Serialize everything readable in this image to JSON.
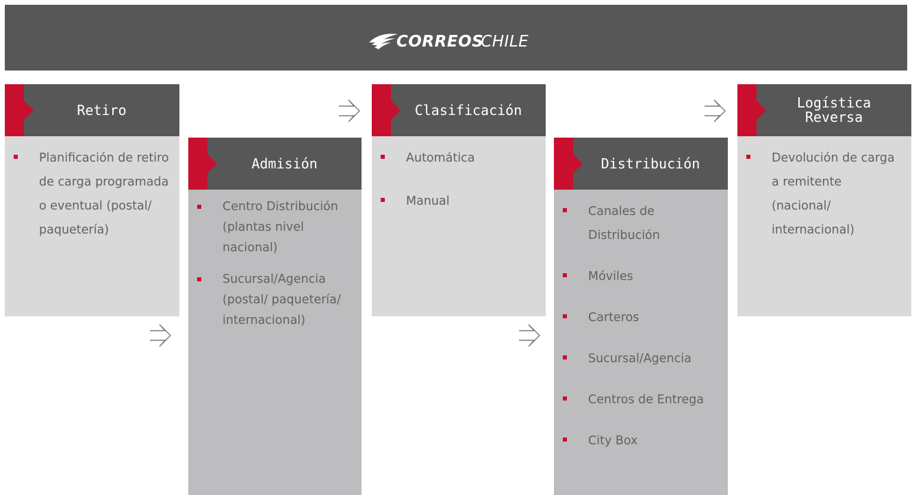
{
  "header": {
    "brand_bold": "CORREOS",
    "brand_light": "CHILE",
    "logo_icon": "bird-wing-logo-icon"
  },
  "colors": {
    "header_bg": "#575757",
    "accent": "#c8102e",
    "panel_light": "#d9d9da",
    "panel_dark": "#bdbdbf",
    "text": "#616161"
  },
  "steps": [
    {
      "title": "Retiro",
      "items": [
        "Planificación de retiro de carga programada o eventual (postal/ paquetería)"
      ]
    },
    {
      "title": "Admisión",
      "items": [
        "Centro Distribución (plantas nivel nacional)",
        "Sucursal/Agencia (postal/ paquetería/ internacional)"
      ]
    },
    {
      "title": "Clasificación",
      "items": [
        "Automática",
        "Manual"
      ]
    },
    {
      "title": "Distribución",
      "items": [
        "Canales de Distribución",
        "Móviles",
        "Carteros",
        "Sucursal/Agencia",
        "Centros de Entrega",
        "City Box"
      ]
    },
    {
      "title": "Logística Reversa",
      "items": [
        "Devolución de carga a remitente (nacional/ internacional)"
      ]
    }
  ]
}
